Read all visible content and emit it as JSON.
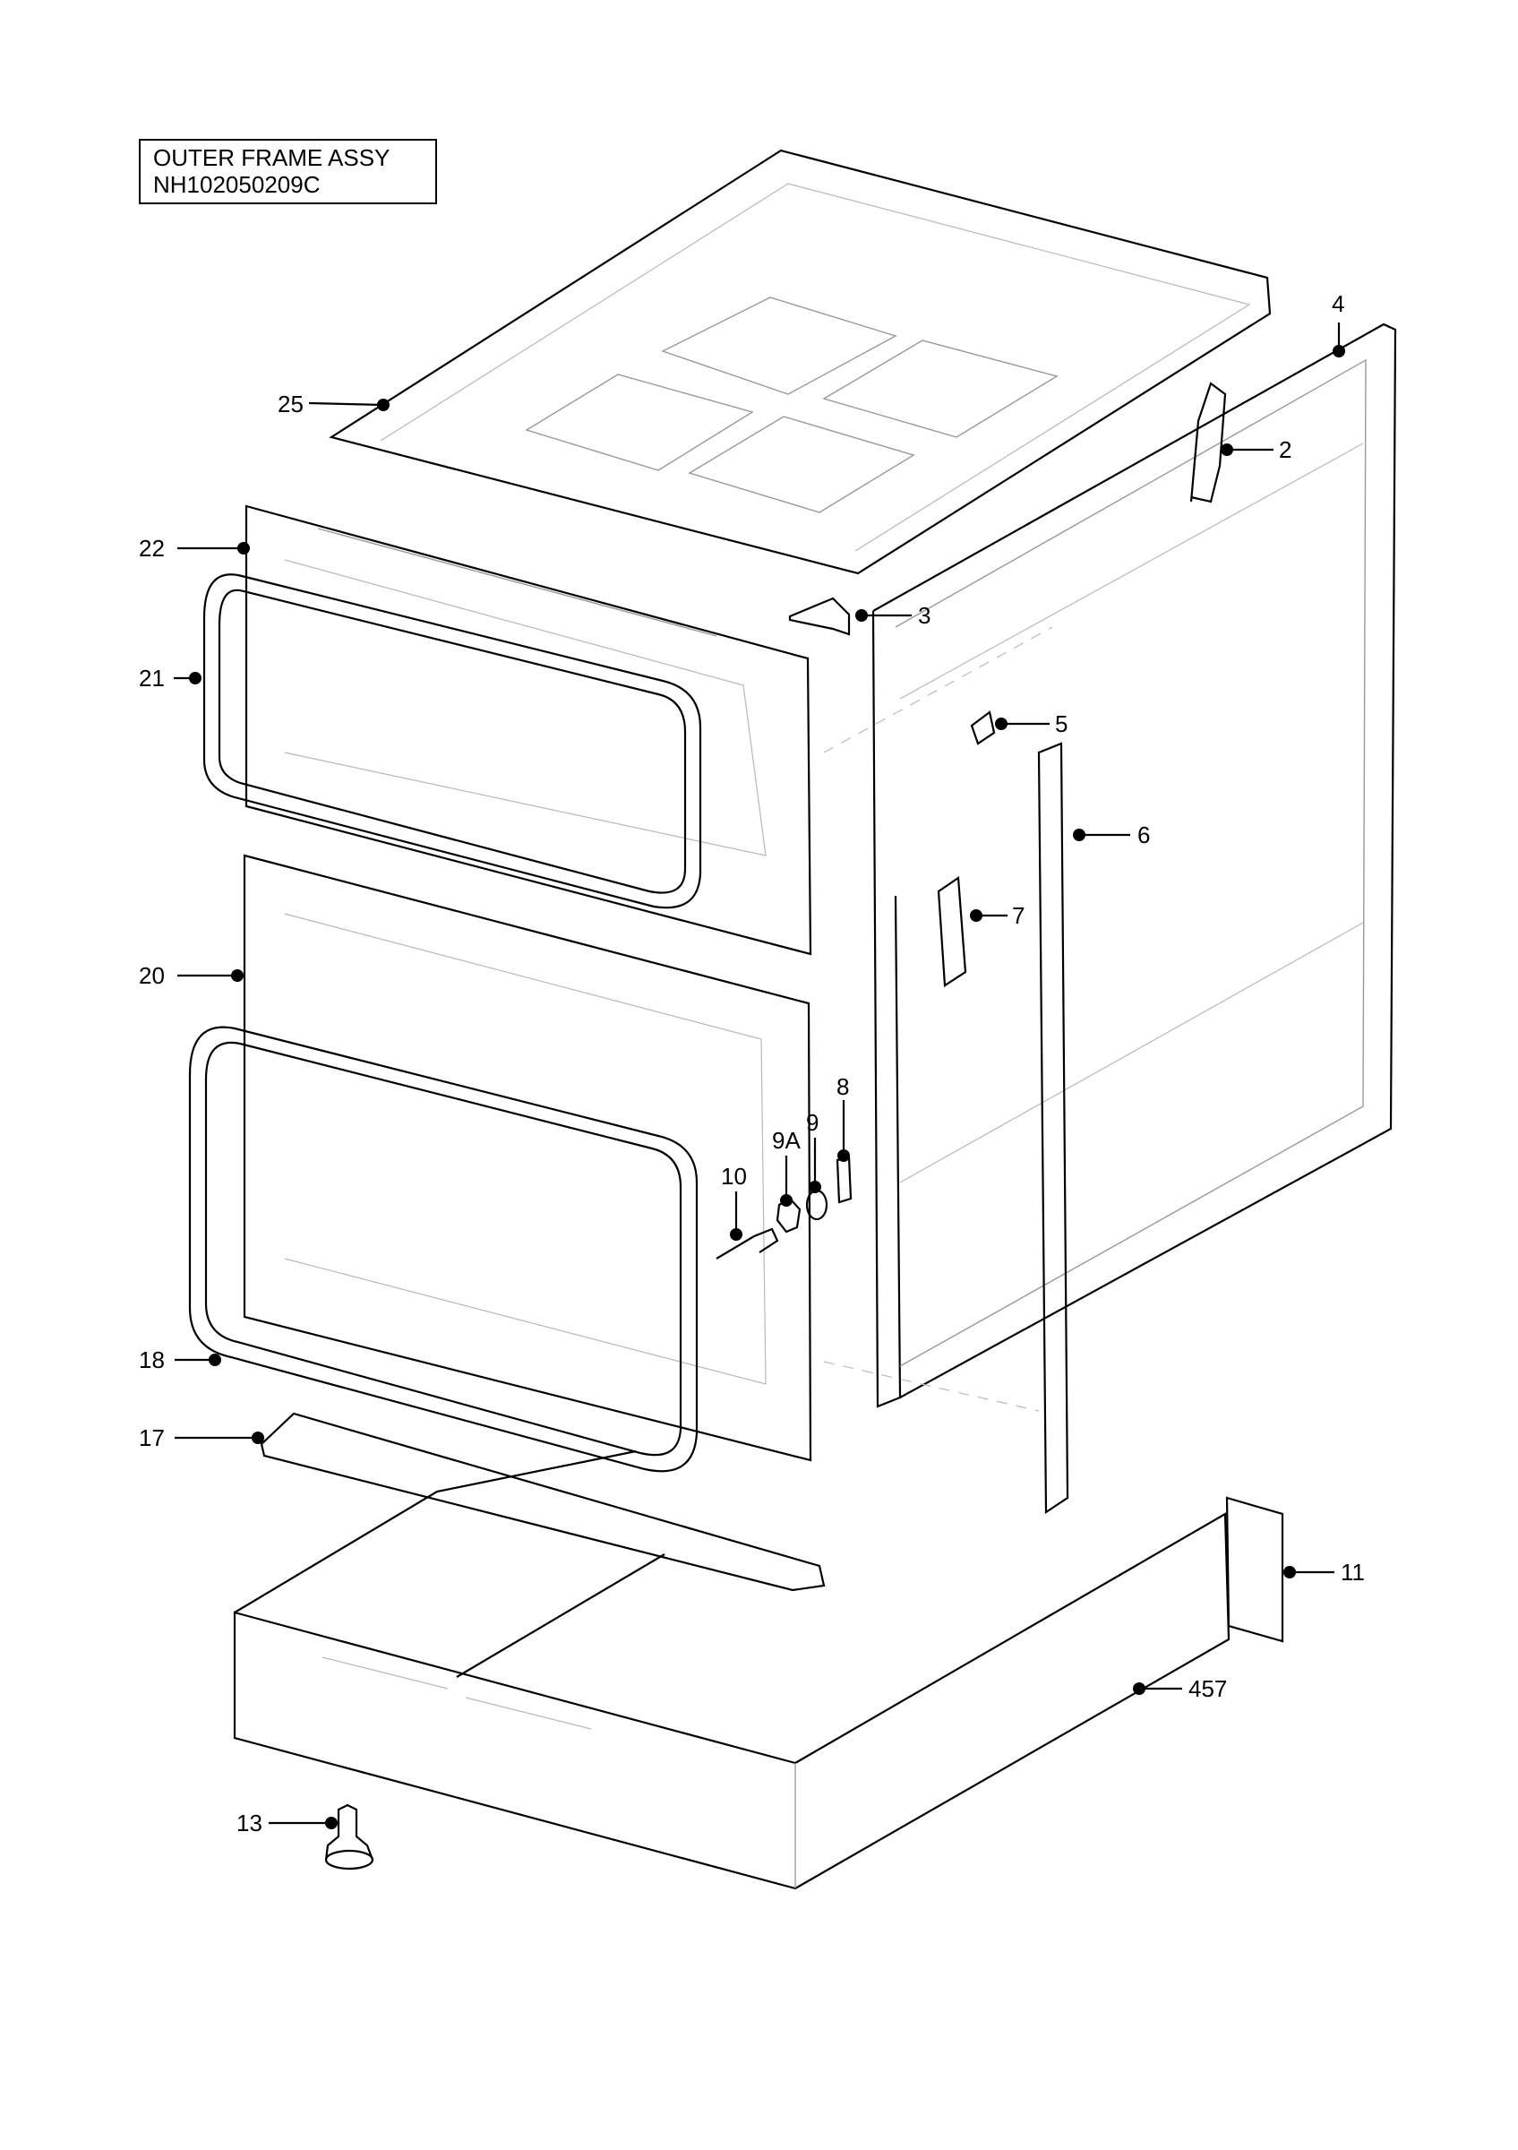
{
  "title": {
    "line1": "OUTER FRAME ASSY",
    "line2": "NH102050209C"
  },
  "parts": [
    {
      "id": "p25",
      "label": "25"
    },
    {
      "id": "p4",
      "label": "4"
    },
    {
      "id": "p2",
      "label": "2"
    },
    {
      "id": "p22",
      "label": "22"
    },
    {
      "id": "p3",
      "label": "3"
    },
    {
      "id": "p21",
      "label": "21"
    },
    {
      "id": "p5",
      "label": "5"
    },
    {
      "id": "p6",
      "label": "6"
    },
    {
      "id": "p7",
      "label": "7"
    },
    {
      "id": "p20",
      "label": "20"
    },
    {
      "id": "p8",
      "label": "8"
    },
    {
      "id": "p9A",
      "label": "9A"
    },
    {
      "id": "p9",
      "label": "9"
    },
    {
      "id": "p10",
      "label": "10"
    },
    {
      "id": "p18",
      "label": "18"
    },
    {
      "id": "p17",
      "label": "17"
    },
    {
      "id": "p11",
      "label": "11"
    },
    {
      "id": "p457",
      "label": "457"
    },
    {
      "id": "p13",
      "label": "13"
    }
  ]
}
